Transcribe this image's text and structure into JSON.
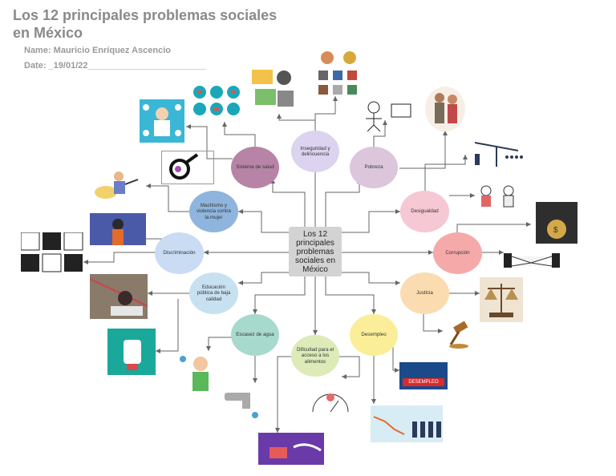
{
  "header": {
    "title_line1": "Los 12 principales problemas sociales",
    "title_line2": "en México",
    "name": "Name: Mauricio Enríquez Ascencio",
    "date": "Date:  _19/01/22________________________"
  },
  "center": {
    "label": "Los 12 principales problemas sociales en México",
    "color": "#d3d3d3"
  },
  "nodes": {
    "salud": {
      "label": "Sistema de salud",
      "color": "#b784a7"
    },
    "inseguridad": {
      "label": "Inseguridad y delincuencia",
      "color": "#dcd3f0"
    },
    "pobreza": {
      "label": "Pobreza",
      "color": "#dcc6dc"
    },
    "machismo": {
      "label": "Machismo y violencia contra la mujer",
      "color": "#8fb5de"
    },
    "desigualdad": {
      "label": "Desigualdad",
      "color": "#f6c8d4"
    },
    "discriminacion": {
      "label": "Discriminación",
      "color": "#c9dcf4"
    },
    "corrupcion": {
      "label": "Corrupción",
      "color": "#f6a9a9"
    },
    "educacion": {
      "label": "Educación pública de baja calidad",
      "color": "#c7e1f1"
    },
    "justicia": {
      "label": "Justicia",
      "color": "#fbdcb0"
    },
    "agua": {
      "label": "Escasez de agua",
      "color": "#a8d9cd"
    },
    "alimentos": {
      "label": "Dificultad para el acceso a los alimentos",
      "color": "#dcebb8"
    },
    "desempleo": {
      "label": "Desempleo",
      "color": "#fbee98"
    }
  },
  "images": {
    "desempleo_sign": "DESEMPLEO"
  }
}
